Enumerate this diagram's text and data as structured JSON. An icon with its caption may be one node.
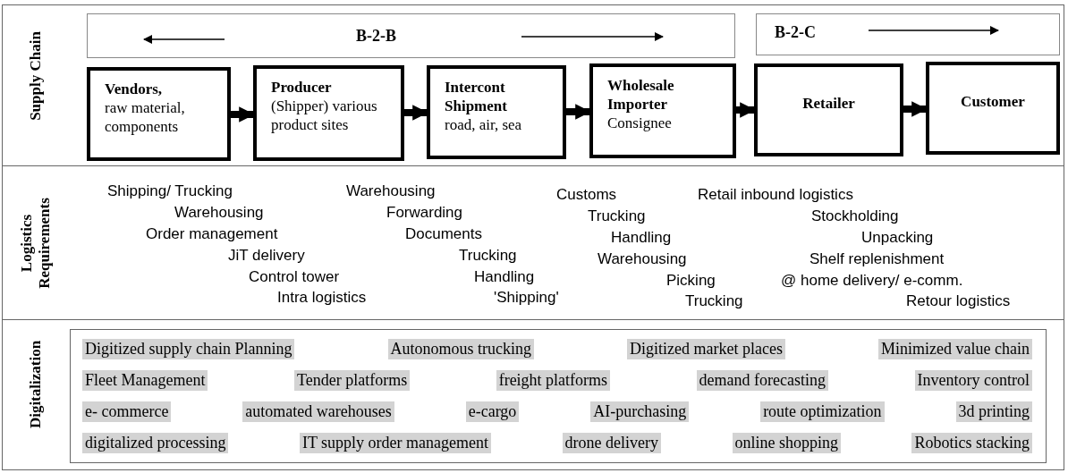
{
  "diagram": {
    "nodes": [
      {
        "text": [
          "B-2-B"
        ]
      },
      {
        "text": [
          "B-2-C"
        ]
      },
      {
        "text": [
          "Vendors,",
          "raw material, components"
        ]
      },
      {
        "text": [
          "Producer",
          "(Shipper) various product sites"
        ]
      },
      {
        "text": [
          "Intercont Shipment",
          "road, air, sea"
        ]
      },
      {
        "text": [
          "Wholesale Importer",
          "Consignee"
        ]
      },
      {
        "text": [
          "Retailer"
        ]
      },
      {
        "text": [
          "Customer"
        ]
      }
    ],
    "edges": [
      {
        "from": 2,
        "to": 3,
        "arrow": "to"
      },
      {
        "from": 3,
        "to": 4,
        "arrow": "to"
      },
      {
        "from": 4,
        "to": 5,
        "arrow": "to"
      },
      {
        "from": 5,
        "to": 6,
        "arrow": "to"
      },
      {
        "from": 6,
        "to": 7,
        "arrow": "to"
      }
    ],
    "labels": [
      "Supply Chain",
      "Logistics Requirements",
      "Digitalization",
      "Shipping/ Trucking",
      "Warehousing",
      "Order management",
      "JiT delivery",
      "Control tower",
      "Intra logistics",
      "Warehousing",
      "Forwarding",
      "Documents",
      "Trucking",
      "Handling",
      "'Shipping'",
      "Customs",
      "Trucking",
      "Handling",
      "Warehousing",
      "Picking",
      "Trucking",
      "Retail inbound logistics",
      "Stockholding",
      "Unpacking",
      "Shelf replenishment",
      "@ home delivery/ e-comm.",
      "Retour logistics",
      "Digitized supply chain Planning",
      "Autonomous trucking",
      "Digitized market places",
      "Minimized value chain",
      "Fleet Management",
      "Tender platforms",
      "freight platforms",
      "demand forecasting",
      "Inventory control",
      "e- commerce",
      "automated warehouses",
      "e-cargo",
      "AI-purchasing",
      "route optimization",
      "3d printing",
      "digitalized processing",
      "IT supply order management",
      "drone delivery",
      "online shopping",
      "Robotics stacking"
    ]
  }
}
